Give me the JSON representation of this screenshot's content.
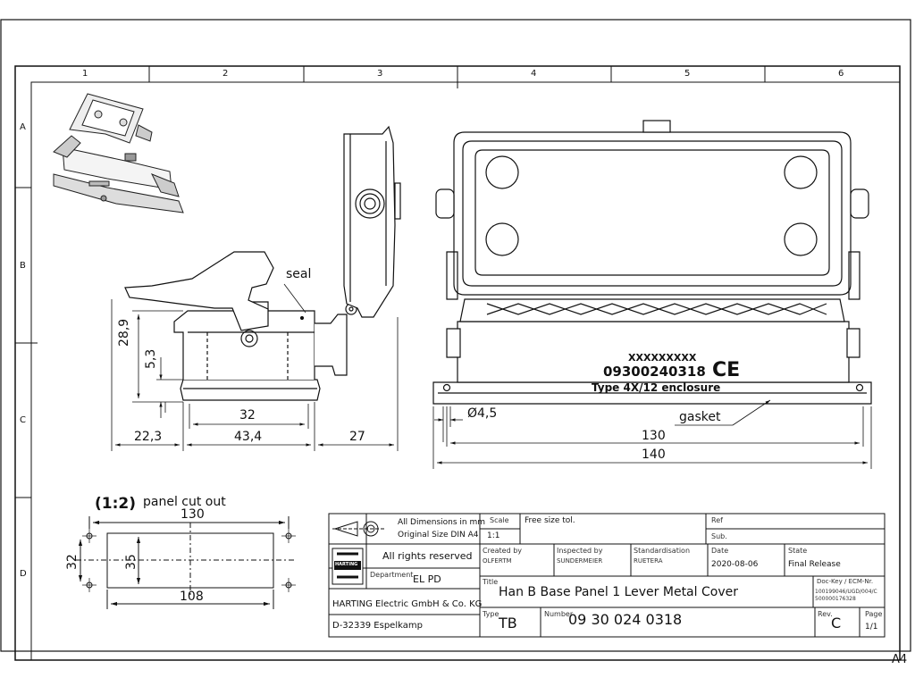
{
  "frame": {
    "col_labels": [
      "1",
      "2",
      "3",
      "4",
      "5",
      "6"
    ],
    "row_labels": [
      "A",
      "B",
      "C",
      "D"
    ],
    "sheet_size": "A4"
  },
  "drawing": {
    "side_view": {
      "seal_label": "seal",
      "dims": {
        "height_total": "28,9",
        "height_base": "5,3",
        "base_width": "32",
        "left_offset": "22,3",
        "mid_span": "43,4",
        "right_offset": "27"
      }
    },
    "front_view": {
      "marking_code": "XXXXXXXXX",
      "part_number_marking": "09300240318",
      "enclosure_type": "Type 4X/12 enclosure",
      "ce_mark": "CE",
      "gasket_label": "gasket",
      "dims": {
        "hole_diameter": "Ø4,5",
        "hole_spacing": "130",
        "overall_width": "140"
      }
    },
    "panel_cutout": {
      "scale": "(1:2)",
      "title": "panel cut out",
      "dims": {
        "hole_spacing_x": "130",
        "hole_spacing_y": "32",
        "cutout_height": "35",
        "cutout_width": "108"
      }
    }
  },
  "title_block": {
    "dimensions_note": "All Dimensions in mm",
    "original_size": "Original Size DIN A4",
    "scale_label": "Scale",
    "scale_value": "1:1",
    "free_size_tol": "Free size tol.",
    "ref_label": "Ref",
    "sub_label": "Sub.",
    "rights": "All rights reserved",
    "logo_text": "HARTING",
    "department_label": "Department",
    "department_value": "EL PD",
    "created_label": "Created by",
    "created_value": "OLFERTM",
    "inspected_label": "Inspected by",
    "inspected_value": "SUNDERMEIER",
    "standard_label": "Standardisation",
    "standard_value": "RUETERA",
    "date_label": "Date",
    "date_value": "2020-08-06",
    "state_label": "State",
    "state_value": "Final Release",
    "title_label": "Title",
    "title_value": "Han B Base Panel 1 Lever Metal Cover",
    "dockey_label": "Doc-Key / ECM-Nr.",
    "dockey_value_1": "100199046/UGD/004/C",
    "dockey_value_2": "500000176328",
    "company": "HARTING Electric GmbH & Co. KG",
    "address": "D-32339 Espelkamp",
    "type_label": "Type",
    "type_value": "TB",
    "number_label": "Number",
    "number_value": "09 30 024 0318",
    "rev_label": "Rev.",
    "rev_value": "C",
    "page_label": "Page",
    "page_value": "1/1"
  }
}
